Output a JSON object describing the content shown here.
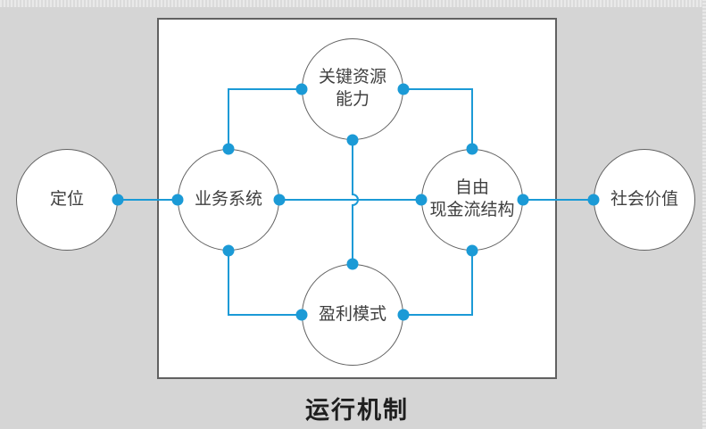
{
  "colors": {
    "background": "#d5d5d5",
    "panel_white": "#ffffff",
    "shape_stroke": "#616161",
    "connector_blue": "#1b9ad6",
    "node_text": "#3f3f3f",
    "title_text": "#1f1f1f"
  },
  "diagram": {
    "title": "运行机制",
    "nodes": {
      "positioning": {
        "label": "定位"
      },
      "business_system": {
        "label": "业务系统"
      },
      "key_resources": {
        "label": "关键资源\n能力"
      },
      "free_cash_flow": {
        "label": "自由\n现金流结构"
      },
      "profit_model": {
        "label": "盈利模式"
      },
      "social_value": {
        "label": "社会价值"
      }
    }
  }
}
